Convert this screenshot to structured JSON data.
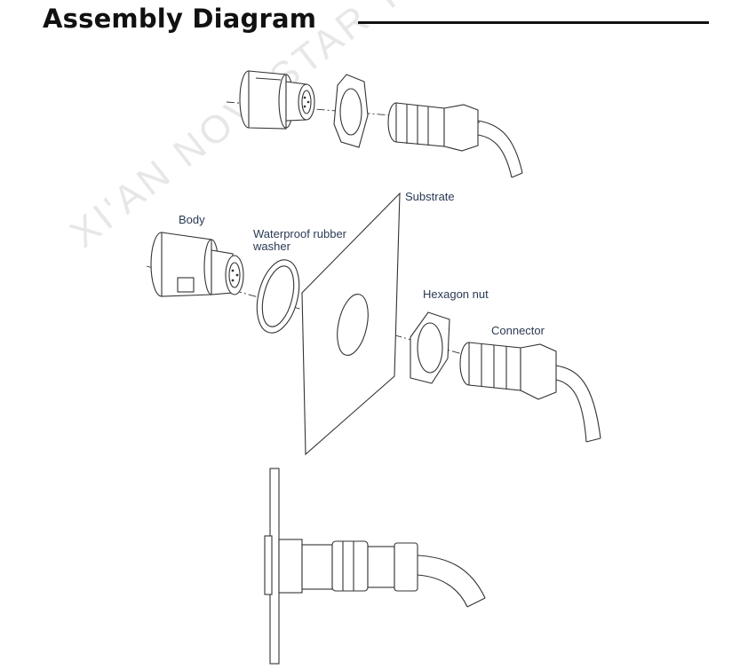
{
  "header": {
    "title": "Assembly Diagram"
  },
  "labels": {
    "substrate": "Substrate",
    "body": "Body",
    "washer_line1": "Waterproof rubber",
    "washer_line2": "washer",
    "hexagon_nut": "Hexagon nut",
    "connector": "Connector"
  },
  "watermark": "XI'AN NOVASTAR TECH CO., LTD",
  "colors": {
    "line": "#333333",
    "label": "#2b3a55",
    "title": "#111111"
  }
}
